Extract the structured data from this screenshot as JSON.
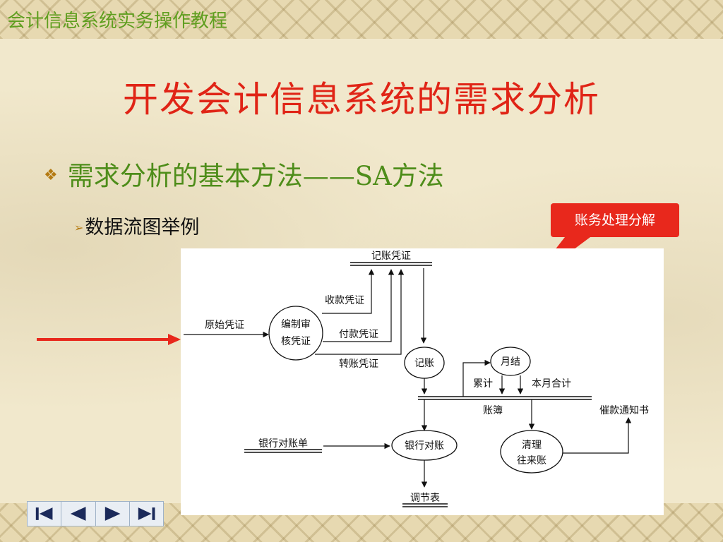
{
  "course_title": "会计信息系统实务操作教程",
  "slide_title": "开发会计信息系统的需求分析",
  "bullet": {
    "icon": "diamond-bullet-icon",
    "text": "需求分析的基本方法——SA方法"
  },
  "sub_bullet": {
    "icon": "arrowhead-bullet-icon",
    "text": "数据流图举例"
  },
  "callout": {
    "text": "账务处理分解",
    "color": "#e8281c"
  },
  "diagram": {
    "stores": {
      "voucher": "记账凭证",
      "ledger": "账簿",
      "recon_table": "调节表",
      "bank_statement": "银行对账单",
      "dunning_notice": "催款通知书"
    },
    "processes": {
      "prepare_audit_line1": "编制审",
      "prepare_audit_line2": "核凭证",
      "posting": "记账",
      "month_end": "月结",
      "bank_recon": "银行对账",
      "clear_line1": "清理",
      "clear_line2": "往来账"
    },
    "flows": {
      "original_voucher": "原始凭证",
      "receipt_voucher": "收款凭证",
      "payment_voucher": "付款凭证",
      "transfer_voucher": "转账凭证",
      "cumulative": "累计",
      "month_total": "本月合计"
    }
  },
  "nav": {
    "first": "first-slide-icon",
    "prev": "previous-slide-icon",
    "next": "next-slide-icon",
    "last": "last-slide-icon"
  },
  "colors": {
    "title_red": "#e02416",
    "heading_green": "#4e8d1a",
    "pointer_arrow": "#e8281c"
  }
}
